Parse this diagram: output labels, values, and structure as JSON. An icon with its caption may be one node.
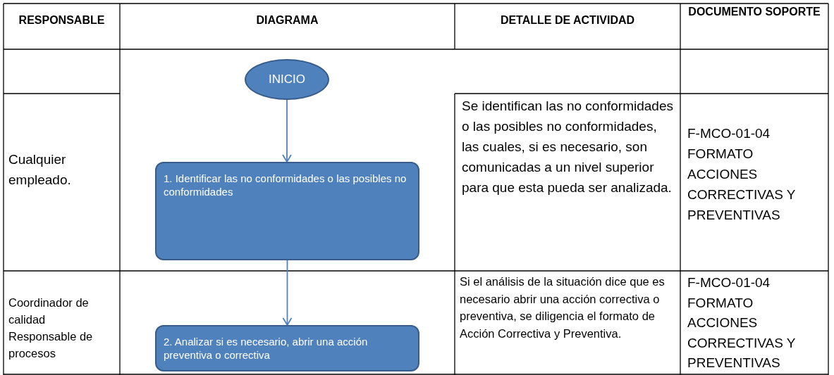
{
  "diagram": {
    "nodes": [
      {
        "text": [
          "INICIO"
        ]
      },
      {
        "text": [
          "1. Identificar las no conformidades o las posibles no conformidades"
        ]
      },
      {
        "text": [
          "2. Analizar si es necesario, abrir una acción preventiva o correctiva"
        ]
      }
    ],
    "edges": [
      {
        "from": 0,
        "to": 1,
        "arrow": "to"
      },
      {
        "from": 1,
        "to": 2,
        "arrow": "to"
      }
    ],
    "labels": [
      "RESPONSABLE",
      "DIAGRAMA",
      "DETALLE DE ACTIVIDAD",
      "DOCUMENTO SOPORTE",
      "Cualquier empleado.",
      "Se identifican las no conformidades o las posibles no conformidades, las cuales, si es necesario, son comunicadas a un nivel superior para que esta pueda ser analizada.",
      "F-MCO-01-04 FORMATO ACCIONES CORRECTIVAS Y PREVENTIVAS",
      "Coordinador de calidad Responsable de procesos",
      "Si el análisis de la situación dice que es necesario abrir una acción correctiva o preventiva, se diligencia el formato de Acción Correctiva y Preventiva.",
      "F-MCO-01-04 FORMATO ACCIONES CORRECTIVAS Y PREVENTIVAS"
    ]
  }
}
